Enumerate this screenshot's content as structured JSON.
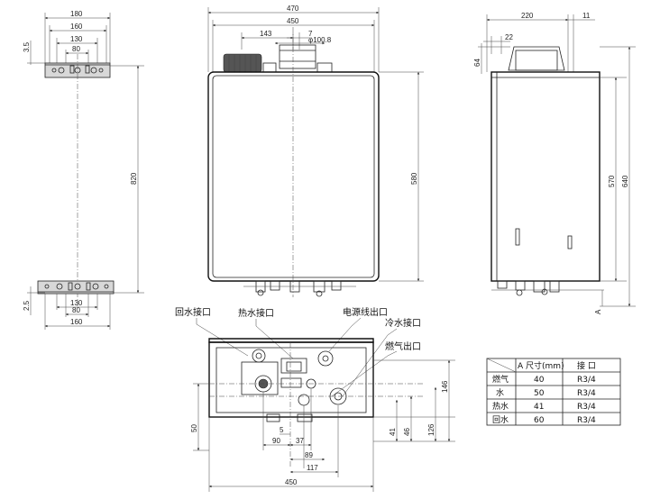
{
  "bracket_top": {
    "dims": [
      "180",
      "160",
      "130",
      "80",
      "3.5"
    ]
  },
  "bracket_side": {
    "height": "820"
  },
  "bracket_bottom": {
    "dims": [
      "130",
      "80",
      "160",
      "2.5"
    ]
  },
  "front": {
    "dims": [
      "470",
      "450",
      "143",
      "7",
      "φ100.8",
      "580"
    ]
  },
  "side": {
    "dims": [
      "220",
      "11",
      "22",
      "64",
      "570",
      "640"
    ],
    "marker": "A"
  },
  "bottom": {
    "labels": {
      "return_water": "回水接口",
      "hot_water": "热水接口",
      "power_cable": "电源线出口",
      "cold_water": "冷水接口",
      "gas": "燃气出口"
    },
    "dims": [
      "146",
      "126",
      "46",
      "41",
      "50",
      "90",
      "5",
      "37",
      "89",
      "117",
      "450"
    ]
  },
  "table": {
    "header_a": "A 尺寸(mm)",
    "header_conn": "接  口",
    "rows": [
      {
        "name": "燃气",
        "a": "40",
        "conn": "R3/4"
      },
      {
        "name": "水",
        "a": "50",
        "conn": "R3/4"
      },
      {
        "name": "热水",
        "a": "41",
        "conn": "R3/4"
      },
      {
        "name": "回水",
        "a": "60",
        "conn": "R3/4"
      }
    ]
  }
}
